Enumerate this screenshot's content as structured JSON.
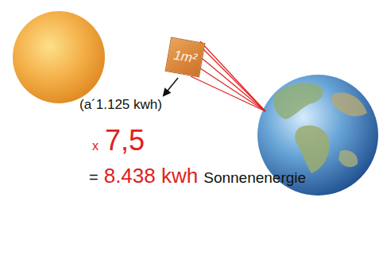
{
  "diagram": {
    "nodes": [
      {
        "text": [
          "1m²"
        ]
      }
    ],
    "labels": [
      "(a´1.125 kwh)",
      "x",
      "7,5",
      "=",
      "8.438 kwh",
      "Sonnenenergie"
    ]
  }
}
